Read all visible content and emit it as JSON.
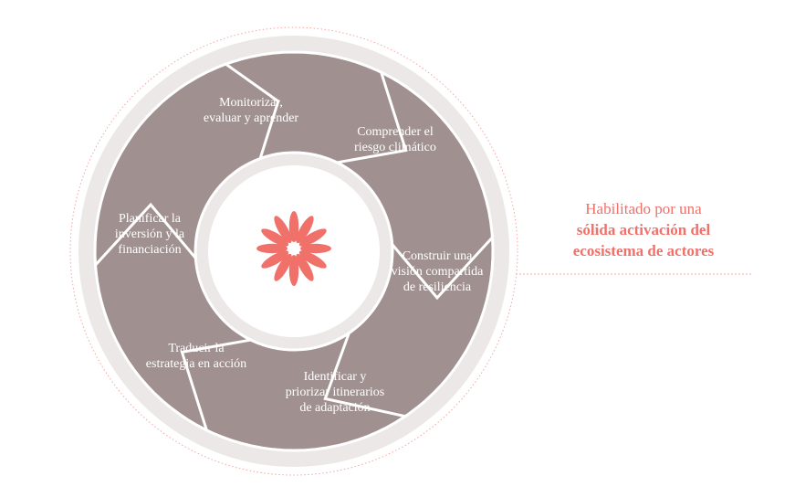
{
  "steps": [
    {
      "label_lines": [
        "Monitorizar,",
        "evaluar y aprender"
      ]
    },
    {
      "label_lines": [
        "Comprender el",
        "riesgo climático"
      ]
    },
    {
      "label_lines": [
        "Construir una",
        "visión compartida",
        "de resiliencia"
      ]
    },
    {
      "label_lines": [
        "Identificar y",
        "priorizar itinerarios",
        "de adaptación"
      ]
    },
    {
      "label_lines": [
        "Traducir la",
        "estrategia en acción"
      ]
    },
    {
      "label_lines": [
        "Planificar la",
        "inversión y la",
        "financiación"
      ]
    }
  ],
  "side_text": {
    "line1": "Habilitado por una",
    "line2": "sólida activación del",
    "line3": "ecosistema de actores"
  },
  "colors": {
    "arrow": "#a09190",
    "ring": "#ece8e7",
    "accent": "#f0706a",
    "dotted": "#f2a8a4"
  },
  "center_icon": "starburst-logo-icon"
}
